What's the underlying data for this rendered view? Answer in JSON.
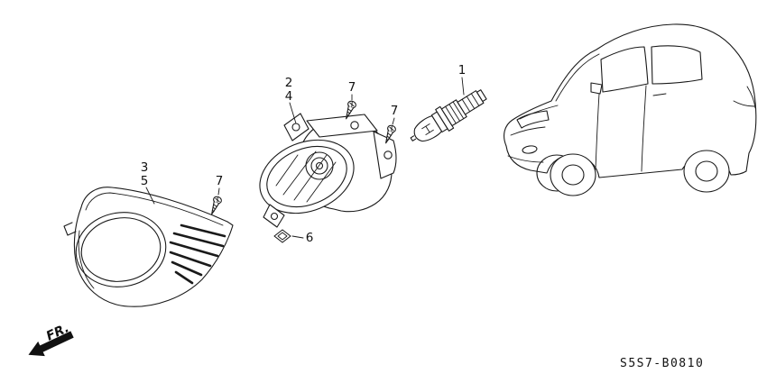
{
  "colors": {
    "background": "#ffffff",
    "line": "#1a1a1a"
  },
  "diagram": {
    "code": "S5S7-B0810",
    "direction_label": "FR.",
    "callouts": {
      "bulb": "1",
      "fog_light_unit": "2",
      "garnish_upper": "3",
      "fog_light_unit_alt": "4",
      "garnish_lower": "5",
      "nut_clip": "6",
      "screw_top": "7",
      "screw_side": "7",
      "screw_garnish": "7"
    }
  }
}
